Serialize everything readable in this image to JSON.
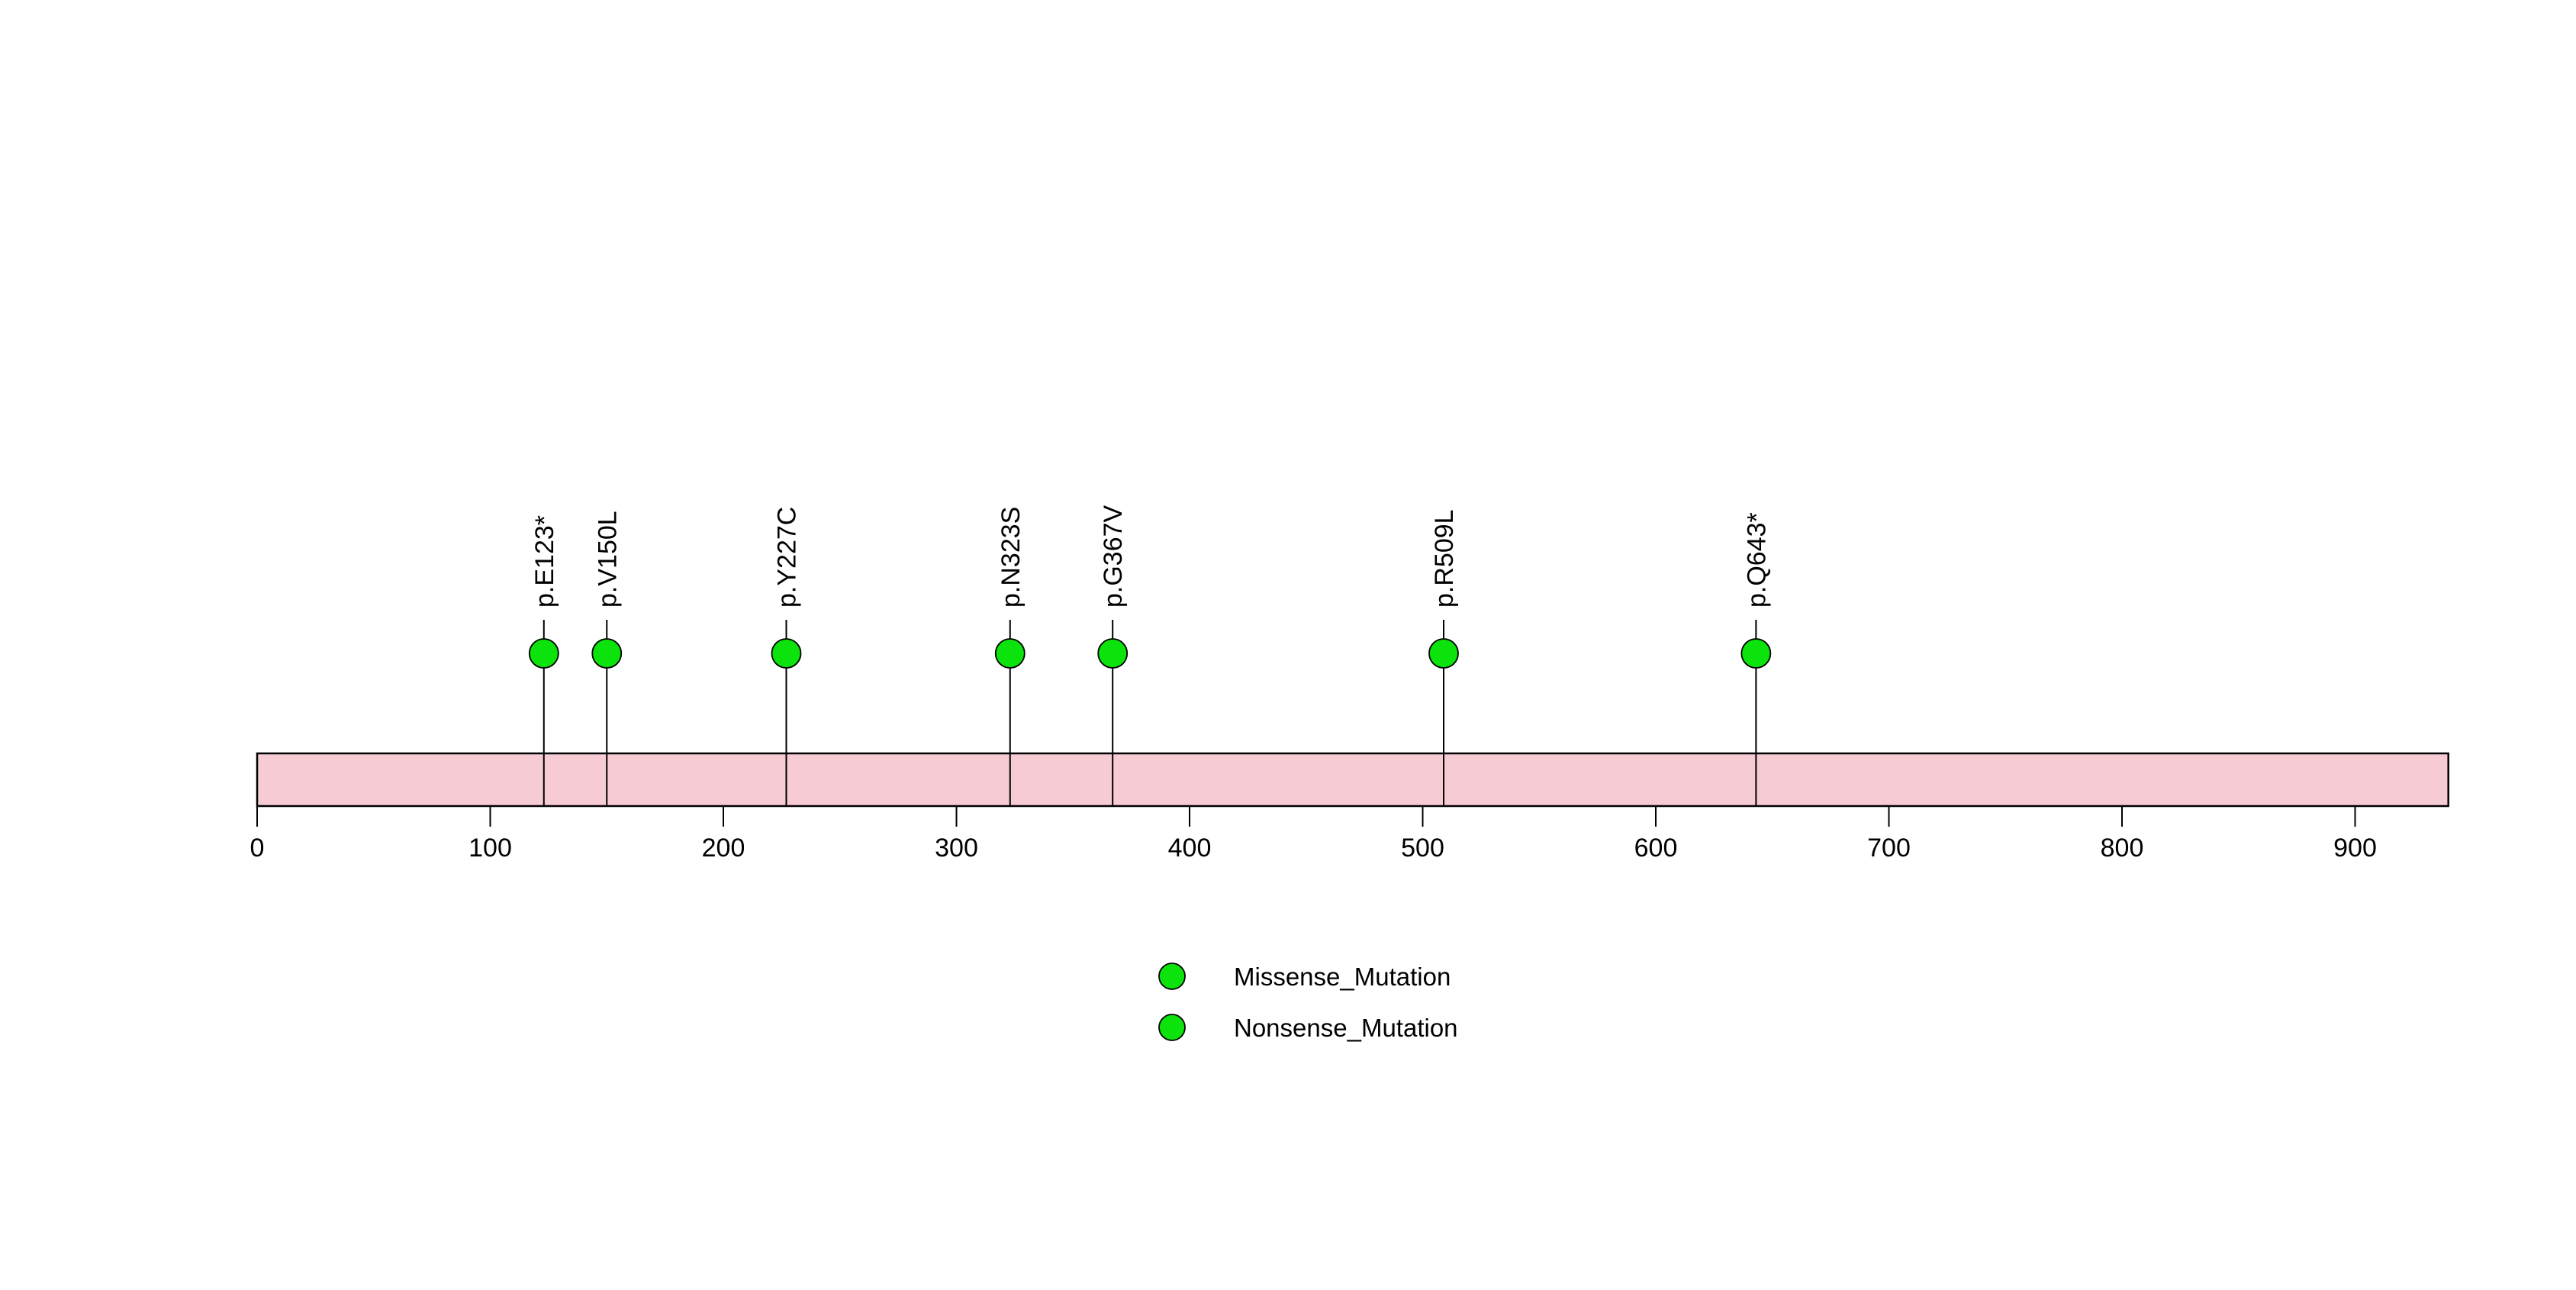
{
  "chart_data": {
    "type": "lollipop",
    "title": "",
    "xlabel": "",
    "ylabel": "",
    "x_axis": {
      "tick_values": [
        0,
        100,
        200,
        300,
        400,
        500,
        600,
        700,
        800,
        900
      ],
      "min": 0,
      "max": 940,
      "grid": false
    },
    "protein_track": {
      "start": 0,
      "end": 940
    },
    "mutations": [
      {
        "label": "p.E123*",
        "position": 123,
        "type": "Nonsense_Mutation"
      },
      {
        "label": "p.V150L",
        "position": 150,
        "type": "Missense_Mutation"
      },
      {
        "label": "p.Y227C",
        "position": 227,
        "type": "Missense_Mutation"
      },
      {
        "label": "p.N323S",
        "position": 323,
        "type": "Missense_Mutation"
      },
      {
        "label": "p.G367V",
        "position": 367,
        "type": "Missense_Mutation"
      },
      {
        "label": "p.R509L",
        "position": 509,
        "type": "Missense_Mutation"
      },
      {
        "label": "p.Q643*",
        "position": 643,
        "type": "Nonsense_Mutation"
      }
    ],
    "legend": {
      "position": "bottom-center",
      "items": [
        {
          "label": "Missense_Mutation",
          "color": "#0ce20c"
        },
        {
          "label": "Nonsense_Mutation",
          "color": "#0ce20c"
        }
      ]
    },
    "colors": {
      "mutation_fill": "#0ce20c",
      "mutation_stroke": "#000000",
      "protein_fill": "#f7cbd3",
      "protein_stroke": "#000000",
      "stem": "#000000",
      "text": "#000000",
      "background": "#ffffff"
    }
  }
}
